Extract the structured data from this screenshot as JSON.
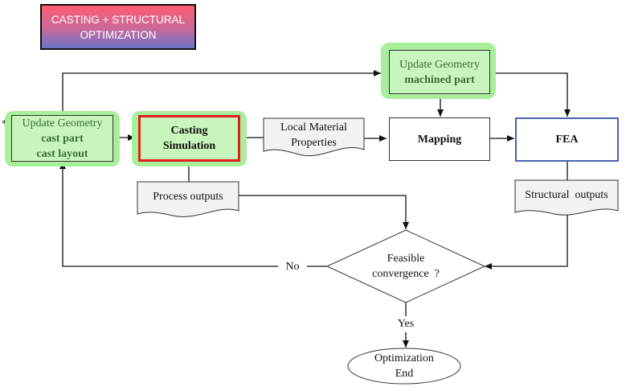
{
  "title": {
    "line1": "CASTING + STRUCTURAL",
    "line2": "OPTIMIZATION"
  },
  "asterisk": "*",
  "update_cast": {
    "line1": "Update Geometry",
    "line2": "cast part",
    "line3": "cast layout"
  },
  "casting_sim": {
    "line1": "Casting",
    "line2": "Simulation"
  },
  "update_machined": {
    "line1": "Update Geometry",
    "line2": "machined part"
  },
  "local_material": {
    "line1": "Local Material",
    "line2": "Properties"
  },
  "mapping": "Mapping",
  "fea": "FEA",
  "process_outputs": "Process outputs",
  "structural_outputs": "Structural  outputs",
  "decision": {
    "line1": "Feasible",
    "line2": "convergence  ?"
  },
  "no_label": "No",
  "yes_label": "Yes",
  "end": {
    "line1": "Optimization",
    "line2": "End"
  },
  "colors": {
    "title_gradient_top": "#ff5d6e",
    "title_gradient_bottom": "#6c72c8",
    "green_glow": "#a9ee9b",
    "green_fill": "#c8f5bb",
    "red_border": "#e02020",
    "blue_border": "#4a63b0",
    "doc_fill": "#f2f2f2"
  }
}
